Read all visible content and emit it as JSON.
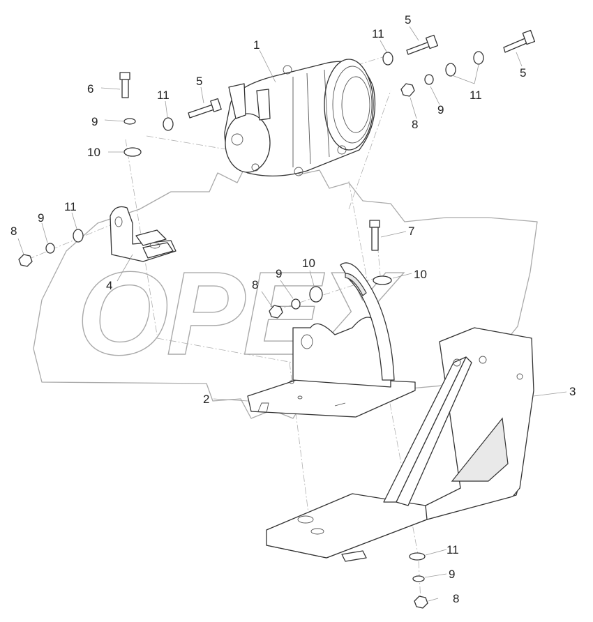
{
  "diagram": {
    "watermark_text": "OPEX",
    "callouts": [
      {
        "id": "c-1-compressor",
        "label": "1"
      },
      {
        "id": "c-2-bracket",
        "label": "2"
      },
      {
        "id": "c-3-support",
        "label": "3"
      },
      {
        "id": "c-4-mount",
        "label": "4"
      },
      {
        "id": "c-5-bolt-left",
        "label": "5"
      },
      {
        "id": "c-5-bolt-top",
        "label": "5"
      },
      {
        "id": "c-5-bolt-right",
        "label": "5"
      },
      {
        "id": "c-6-bolt",
        "label": "6"
      },
      {
        "id": "c-7-bolt",
        "label": "7"
      },
      {
        "id": "c-8-nut-left",
        "label": "8"
      },
      {
        "id": "c-8-nut-top",
        "label": "8"
      },
      {
        "id": "c-8-nut-mid",
        "label": "8"
      },
      {
        "id": "c-8-nut-bottom",
        "label": "8"
      },
      {
        "id": "c-9-washer-left",
        "label": "9"
      },
      {
        "id": "c-9-washer-top",
        "label": "9"
      },
      {
        "id": "c-9-washer-mid",
        "label": "9"
      },
      {
        "id": "c-9-washer-upper-left",
        "label": "9"
      },
      {
        "id": "c-9-washer-bottom",
        "label": "9"
      },
      {
        "id": "c-10-washer-upper-left",
        "label": "10"
      },
      {
        "id": "c-10-washer-mid",
        "label": "10"
      },
      {
        "id": "c-10-washer-right",
        "label": "10"
      },
      {
        "id": "c-11-washer-upper-left",
        "label": "11"
      },
      {
        "id": "c-11-washer-top",
        "label": "11"
      },
      {
        "id": "c-11-washer-right",
        "label": "11"
      },
      {
        "id": "c-11-washer-left",
        "label": "11"
      },
      {
        "id": "c-11-washer-bottom",
        "label": "11"
      }
    ]
  }
}
